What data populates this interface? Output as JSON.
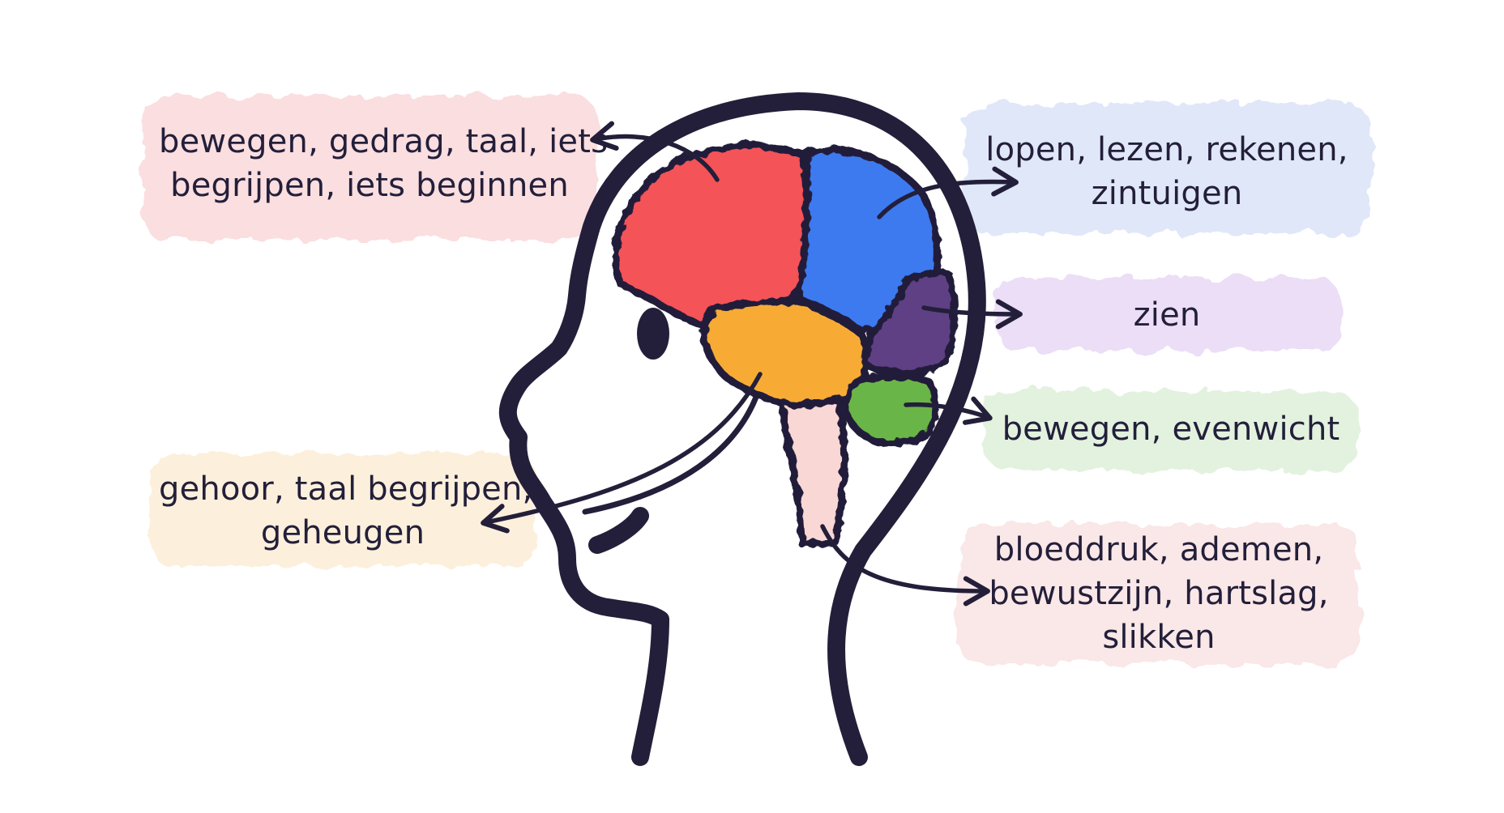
{
  "colors": {
    "outline": "#231f3a",
    "frontal": "#f45258",
    "parietal": "#3d7af0",
    "occipital": "#5e3f84",
    "temporal": "#f7ab34",
    "cerebellum": "#6ab547",
    "brainstem": "#f9d7d4"
  },
  "labels": {
    "frontal": {
      "lines": [
        "bewegen, gedrag, taal, iets",
        "begrijpen, iets beginnen"
      ],
      "bg": "#f9d4d6"
    },
    "parietal": {
      "lines": [
        "lopen, lezen, rekenen,",
        "zintuigen"
      ],
      "bg": "#d6e0f7"
    },
    "occipital": {
      "lines": [
        "zien"
      ],
      "bg": "#e5d4f3"
    },
    "cerebellum": {
      "lines": [
        "bewegen, evenwicht"
      ],
      "bg": "#d9eed3"
    },
    "temporal": {
      "lines": [
        "gehoor, taal begrijpen,",
        "geheugen"
      ],
      "bg": "#fbecd1"
    },
    "brainstem": {
      "lines": [
        "bloeddruk, ademen,",
        "bewustzijn, hartslag,",
        "slikken"
      ],
      "bg": "#f9dfdf"
    }
  }
}
